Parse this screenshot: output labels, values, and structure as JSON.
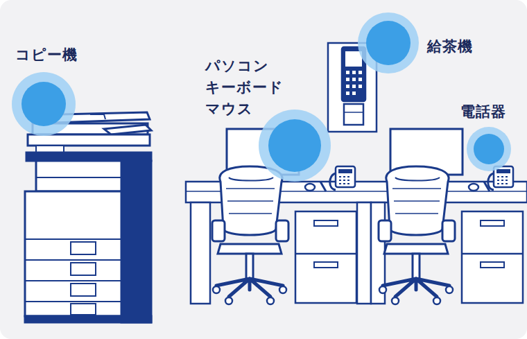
{
  "diagram": {
    "labels": [
      "コピー機",
      "パソコン キーボード マウス",
      "給茶機",
      "電話器"
    ]
  }
}
